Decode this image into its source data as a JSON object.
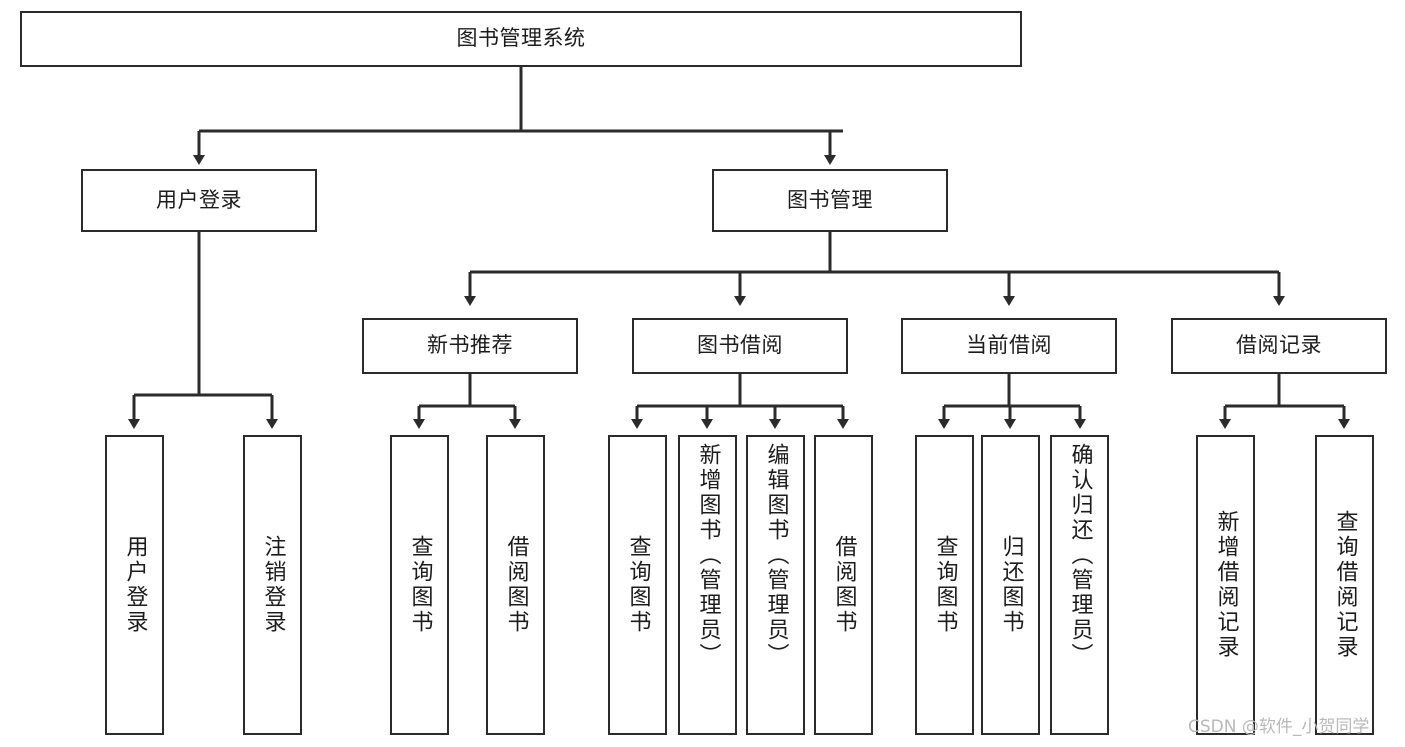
{
  "diagram": {
    "title": "图书管理系统",
    "type": "tree",
    "watermark": "CSDN @软件_小贺同学",
    "colors": {
      "box_border": "#2b2b2b",
      "box_fill": "#ffffff",
      "edge": "#2b2b2b",
      "text": "#1c1c1c",
      "watermark": "#b9b9b9"
    },
    "root": {
      "label": "图书管理系统"
    },
    "level2": [
      {
        "label": "用户登录"
      },
      {
        "label": "图书管理"
      }
    ],
    "level3": [
      {
        "label": "新书推荐"
      },
      {
        "label": "图书借阅"
      },
      {
        "label": "当前借阅"
      },
      {
        "label": "借阅记录"
      }
    ],
    "leaves": {
      "user_login": [
        {
          "label": "用户登录"
        },
        {
          "label": "注销登录"
        }
      ],
      "new_book_recommend": [
        {
          "label": "查询图书"
        },
        {
          "label": "借阅图书"
        }
      ],
      "book_borrow": [
        {
          "label": "查询图书"
        },
        {
          "label": "新增图书（管理员）"
        },
        {
          "label": "编辑图书（管理员）"
        },
        {
          "label": "借阅图书"
        }
      ],
      "current_borrow": [
        {
          "label": "查询图书"
        },
        {
          "label": "归还图书"
        },
        {
          "label": "确认归还（管理员）"
        }
      ],
      "borrow_record": [
        {
          "label": "新增借阅记录"
        },
        {
          "label": "查询借阅记录"
        }
      ]
    }
  }
}
